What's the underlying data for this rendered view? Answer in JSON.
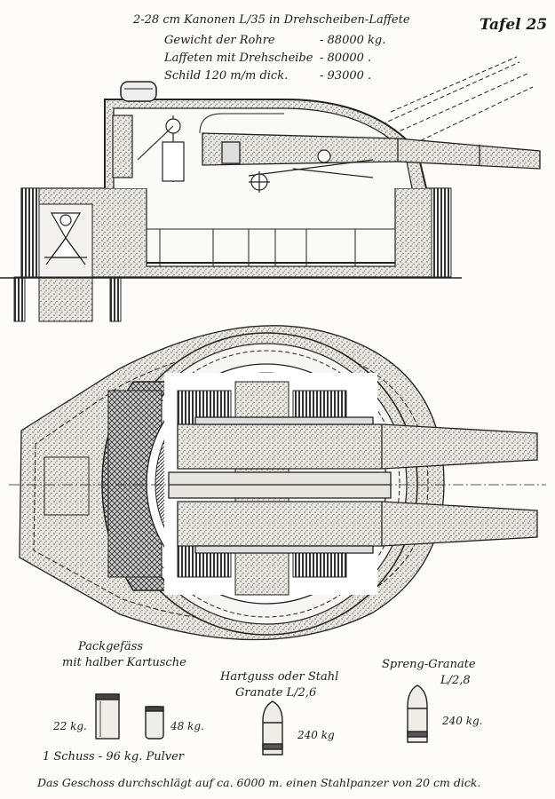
{
  "header": {
    "title": "2-28 cm Kanonen L/35 in Drehscheiben-Laffete",
    "plate": "Tafel 25",
    "specs": [
      {
        "label": "Gewicht der Rohre",
        "value": "- 88000 kg."
      },
      {
        "label": "Laffeten mit Drehscheibe",
        "value": "- 80000 ."
      },
      {
        "label": "Schild 120 m/m dick.",
        "value": "- 93000 ."
      }
    ]
  },
  "munitions": {
    "packing": {
      "title_line1": "Packgefäss",
      "title_line2": "mit halber Kartusche",
      "weight_left": "22 kg.",
      "weight_right": "48 kg.",
      "charge": "1 Schuss - 96 kg. Pulver"
    },
    "hard_shell": {
      "title_line1": "Hartguss oder Stahl",
      "title_line2": "Granate L/2,6",
      "weight": "240 kg"
    },
    "explosive_shell": {
      "title_line1": "Spreng-Granate",
      "title_line2": "L/2,8",
      "weight": "240 kg."
    }
  },
  "footer": {
    "note": "Das Geschoss durchschlägt auf ca. 6000 m. einen Stahlpanzer von 20 cm dick."
  }
}
